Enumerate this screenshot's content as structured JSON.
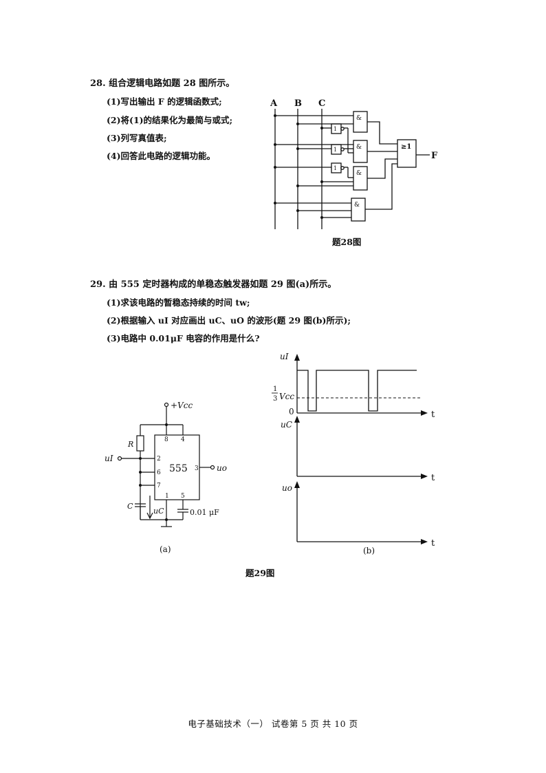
{
  "q28": {
    "title": "28. 组合逻辑电路如题 28 图所示。",
    "items": [
      "(1)写出输出 F 的逻辑函数式;",
      "(2)将(1)的结果化为最简与或式;",
      "(3)列写真值表;",
      "(4)回答此电路的逻辑功能。"
    ],
    "figure": {
      "inputs": [
        "A",
        "B",
        "C"
      ],
      "output": "F",
      "and_symbol": "&",
      "not_symbol": "1",
      "or_symbol": "≥1",
      "caption": "题28图"
    }
  },
  "q29": {
    "title": "29. 由 555 定时器构成的单稳态触发器如题 29 图(a)所示。",
    "items": [
      "(1)求该电路的暂稳态持续的时间 tw;",
      "(2)根据输入 uI 对应画出 uC、uO 的波形(题 29 图(b)所示);",
      "(3)电路中 0.01μF 电容的作用是什么?"
    ],
    "circuit": {
      "supply": "+Vcc",
      "chip": "555",
      "resistor": "R",
      "capacitor": "C",
      "cap_voltage": "uC",
      "input": "uI",
      "output": "uo",
      "small_cap": "0.01 μF",
      "pins": [
        "8",
        "4",
        "2",
        "6",
        "7",
        "3",
        "1",
        "5"
      ],
      "label": "(a)"
    },
    "waveform": {
      "ui_axis": "uI",
      "uc_axis": "uC",
      "uo_axis": "uo",
      "threshold_num": "1",
      "threshold_den": "3",
      "threshold_label": "Vcc",
      "zero": "0",
      "time_label": "t",
      "label": "(b)"
    },
    "caption": "题29图"
  },
  "footer": "电子基础技术（一）    试卷第 5 页  共 10 页"
}
